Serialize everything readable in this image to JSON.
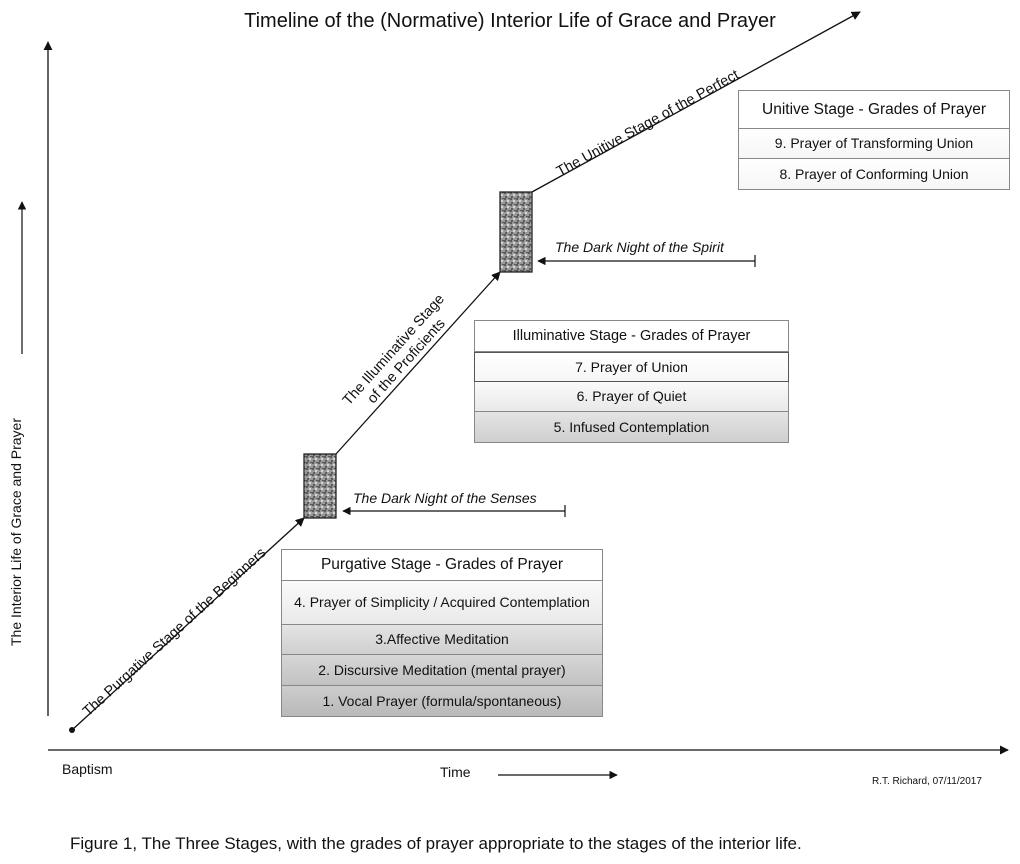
{
  "title": "Timeline of the (Normative) Interior Life of Grace and Prayer",
  "y_axis_label": "The Interior Life of Grace  and Prayer",
  "x_axis": {
    "start_label": "Baptism",
    "label": "Time"
  },
  "stages_path": {
    "purgative": "The Purgative Stage of the Beginners",
    "illuminative_line1": "The Illuminative Stage",
    "illuminative_line2": "of the Proficients",
    "unitive": "The Unitive Stage of the Perfect"
  },
  "nights": {
    "senses": "The Dark Night of the Senses",
    "spirit": "The Dark Night of the Spirit"
  },
  "tables": {
    "unitive": {
      "header": "Unitive Stage - Grades of Prayer",
      "rows": [
        "9. Prayer of Transforming Union",
        "8. Prayer of Conforming Union"
      ]
    },
    "illuminative": {
      "header": "Illuminative Stage - Grades of Prayer",
      "rows": [
        "7. Prayer of Union",
        "6. Prayer of Quiet",
        "5. Infused Contemplation"
      ]
    },
    "purgative": {
      "header": "Purgative Stage - Grades of Prayer",
      "rows": [
        "4. Prayer of Simplicity / Acquired Contemplation",
        "3.Affective Meditation",
        "2. Discursive Meditation (mental prayer)",
        "1. Vocal Prayer (formula/spontaneous)"
      ]
    }
  },
  "credit": "R.T. Richard, 07/11/2017",
  "caption": "Figure 1, The Three Stages, with the grades of prayer appropriate to the stages of the interior life."
}
